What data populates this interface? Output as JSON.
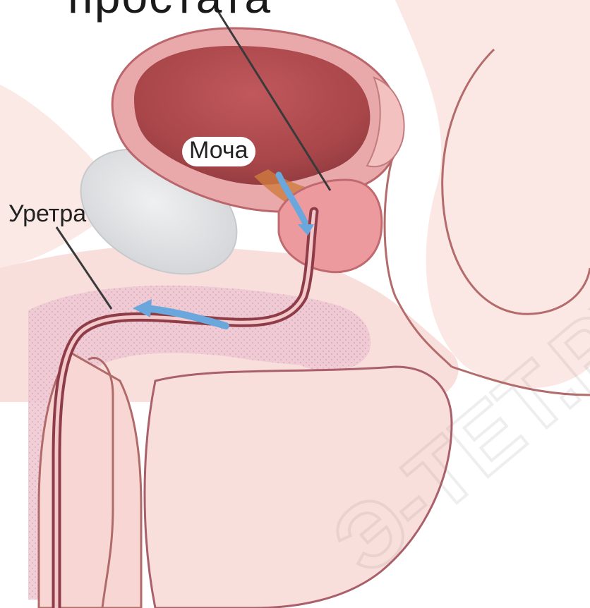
{
  "labels": {
    "prostate": "простата",
    "urine": "Моча",
    "urethra": "Уретра"
  },
  "watermark": {
    "text": "Э-ТЕТ.РУ"
  },
  "colors": {
    "skin": "#f8dcd8",
    "skin_outline": "#a55a5a",
    "bladder_wall": "#e9a9ab",
    "bladder_inside": "#a8464a",
    "prostate": "#ed9a9f",
    "spongy_tissue": "#eecad4",
    "bone": "#dfe1e3",
    "urine_arrow": "#6aa7dc",
    "pointer_line": "#3a3a3a"
  }
}
